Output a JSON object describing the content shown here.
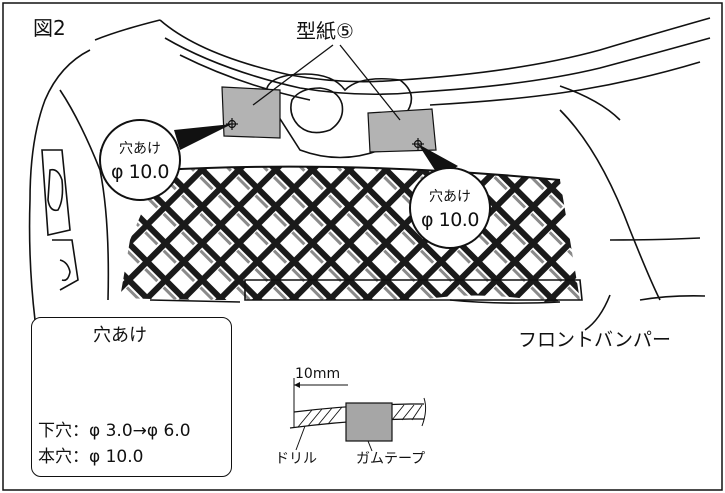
{
  "figure": {
    "label": "図2"
  },
  "template_label": "型紙⑤",
  "bumper_label": "フロントバンパー",
  "callouts": [
    {
      "line1": "穴あけ",
      "line2": "φ 10.0"
    },
    {
      "line1": "穴あけ",
      "line2": "φ 10.0"
    }
  ],
  "drill_panel": {
    "title": "穴あけ",
    "pilot_hole": "下穴：φ 3.0→φ 6.0",
    "main_hole": "本穴：φ 10.0"
  },
  "detail": {
    "dimension": "10mm",
    "drill_label": "ドリル",
    "tape_label": "ガムテープ"
  },
  "colors": {
    "line": "#111111",
    "template_gray": "#b3b3b3",
    "tape_gray": "#a6a6a6"
  }
}
